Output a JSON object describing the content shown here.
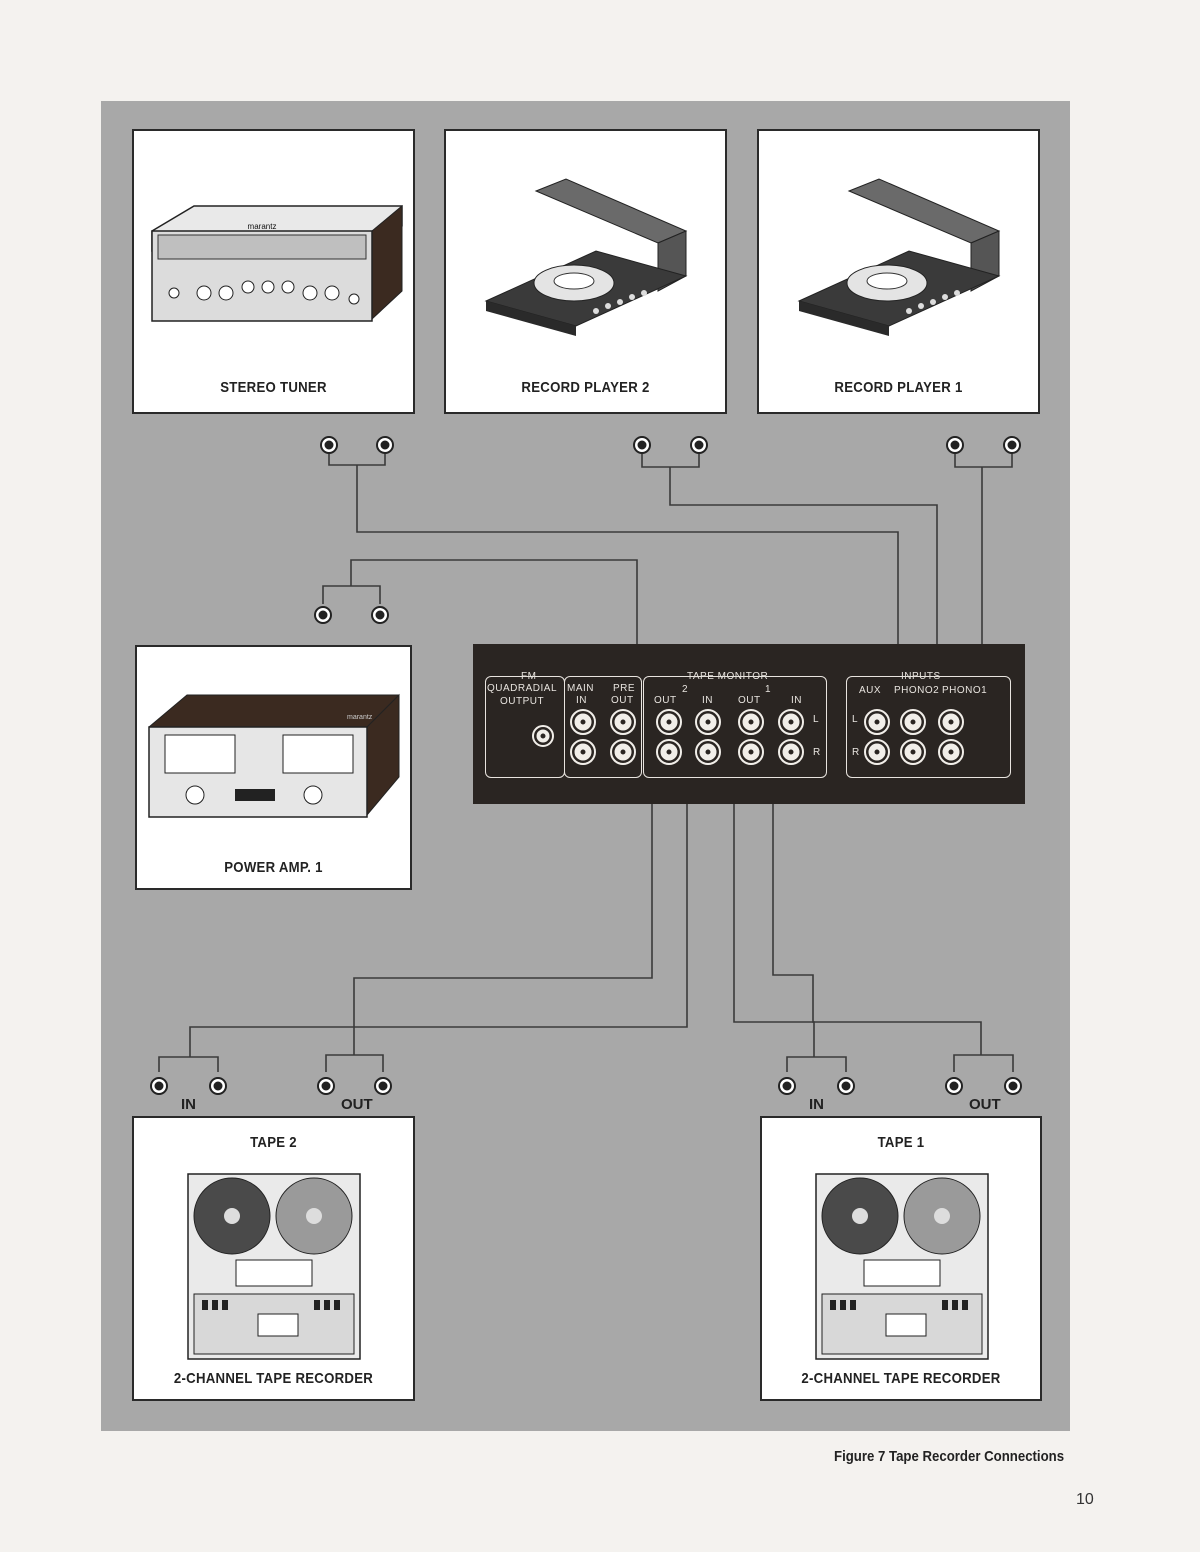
{
  "devices": {
    "stereo_tuner": "STEREO TUNER",
    "record_player_2": "RECORD PLAYER 2",
    "record_player_1": "RECORD PLAYER 1",
    "power_amp_1": "POWER AMP. 1",
    "tape_2": "TAPE 2",
    "tape_1": "TAPE 1",
    "tape_2_caption": "2-CHANNEL TAPE RECORDER",
    "tape_1_caption": "2-CHANNEL TAPE RECORDER",
    "tuner_brand": "marantz",
    "amp_brand": "marantz"
  },
  "jacks": {
    "tape2_in": "IN",
    "tape2_out": "OUT",
    "tape1_in": "IN",
    "tape1_out": "OUT"
  },
  "preamp_panel": {
    "fm": "FM",
    "quadradial": "QUADRADIAL",
    "output": "OUTPUT",
    "main": "MAIN",
    "main_in": "IN",
    "pre": "PRE",
    "pre_out": "OUT",
    "tape_monitor": "TAPE MONITOR",
    "tape_2": "2",
    "tape_1": "1",
    "out_2": "OUT",
    "in_2": "IN",
    "out_1": "OUT",
    "in_1": "IN",
    "inputs": "INPUTS",
    "aux": "AUX",
    "phono2": "PHONO2",
    "phono1": "PHONO1",
    "left": "L",
    "right": "R",
    "left_2": "L",
    "right_2": "R"
  },
  "caption": "Figure 7 Tape Recorder Connections",
  "page_number": "10",
  "colors": {
    "panel": "#a8a8a8",
    "preamp": "#2a2522",
    "wire": "#3a3a3a"
  }
}
